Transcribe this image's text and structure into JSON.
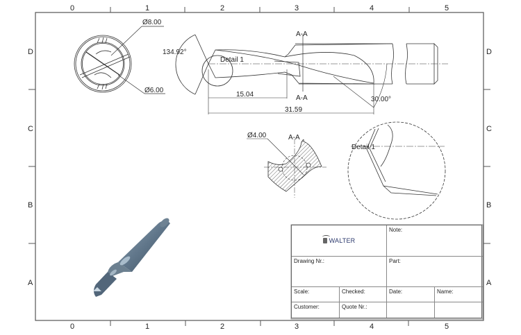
{
  "frame": {
    "column_labels": [
      "0",
      "1",
      "2",
      "3",
      "4",
      "5"
    ],
    "row_labels": [
      "D",
      "C",
      "B",
      "A"
    ],
    "line_color": "#555555"
  },
  "front_view": {
    "outer_diameter": "Ø8.00",
    "inner_diameter": "Ø6.00"
  },
  "side_view": {
    "point_angle": "134.92°",
    "detail_callout": "Detail 1",
    "section_marker_top": "A-A",
    "section_marker_bottom": "A-A",
    "dim_flute_length": "15.04",
    "dim_overall_length": "31.59",
    "helix_angle": "30.00°"
  },
  "section_view": {
    "title": "A-A",
    "coolant_diameter": "Ø4.00"
  },
  "detail_view": {
    "title": "Detail 1"
  },
  "iso_view": {
    "body_color": "#5f7384",
    "highlight_color": "#9fb3c3"
  },
  "title_block": {
    "logo_text": "WALTER",
    "note_label": "Note:",
    "drawing_nr_label": "Drawing Nr.:",
    "part_label": "Part:",
    "scale_label": "Scale:",
    "checked_label": "Checked:",
    "date_label": "Date:",
    "name_label": "Name:",
    "customer_label": "Customer:",
    "quote_nr_label": "Quote Nr.:"
  }
}
